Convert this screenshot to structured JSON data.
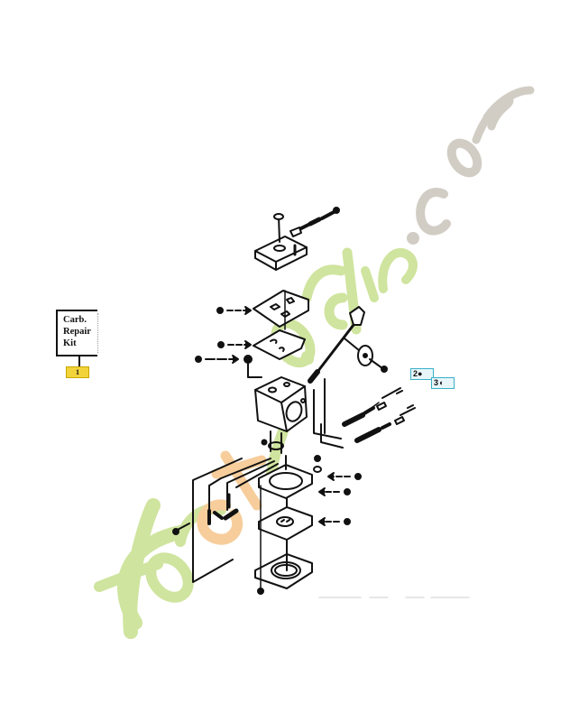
{
  "diagram": {
    "type": "exploded-parts-diagram",
    "subject": "Carburetor",
    "kit_label": {
      "lines": [
        "Carb.",
        "Repair",
        "Kit"
      ],
      "badge": "1"
    },
    "callouts": [
      {
        "id": "2",
        "label": "2●"
      },
      {
        "id": "3",
        "label": "3◖"
      }
    ],
    "parts": [
      "top-cover-with-screw-and-spring",
      "upper-gasket",
      "diaphragm",
      "check-valve",
      "carburetor-body",
      "throttle-shaft-assembly",
      "idle-mixture-needles",
      "fuel-pump-gasket",
      "fuel-pump-diaphragm",
      "bottom-cover",
      "mounting-screws"
    ],
    "colors": {
      "line": "#111111",
      "badge": "#f2d43a",
      "callout_border": "#38b0c7",
      "watermark_green": "#c7df8d",
      "watermark_orange": "#f5c48a",
      "watermark_gray": "#c9c4ba"
    }
  },
  "watermark": {
    "text": "foretjardin.com",
    "part1": "for",
    "part2": "et",
    "part3": "jardin",
    "part4": ".com"
  }
}
